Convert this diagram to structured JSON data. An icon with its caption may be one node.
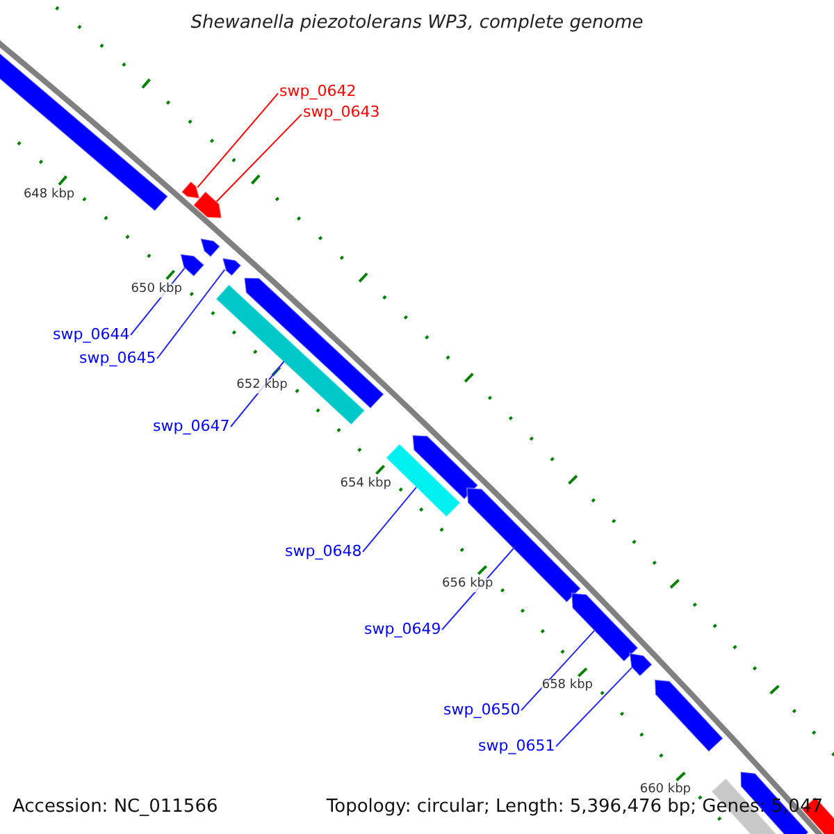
{
  "diagram": {
    "title": "Shewanella piezotolerans WP3, complete genome",
    "nodes": [
      {
        "text": [],
        "shape": "bar"
      },
      {
        "text": [],
        "shape": "arrow"
      },
      {
        "text": [],
        "shape": "arrow"
      },
      {
        "text": [],
        "shape": "arrow"
      },
      {
        "text": [],
        "shape": "arrow"
      },
      {
        "text": [],
        "shape": "arrow"
      },
      {
        "text": [],
        "shape": "arrow"
      },
      {
        "text": [],
        "shape": "bar"
      },
      {
        "text": [],
        "shape": "arrow"
      },
      {
        "text": [],
        "shape": "bar"
      },
      {
        "text": [],
        "shape": "arrow"
      },
      {
        "text": [],
        "shape": "arrow"
      },
      {
        "text": [],
        "shape": "arrow"
      },
      {
        "text": [],
        "shape": "arrow"
      },
      {
        "text": [],
        "shape": "arrow"
      },
      {
        "text": [],
        "shape": "bar"
      },
      {
        "text": [],
        "shape": "arrow"
      },
      {
        "text": [
          "swp_0642"
        ]
      },
      {
        "text": [
          "swp_0643"
        ]
      },
      {
        "text": [
          "swp_0644"
        ]
      },
      {
        "text": [
          "swp_0645"
        ]
      },
      {
        "text": [
          "swp_0647"
        ]
      },
      {
        "text": [
          "swp_0648"
        ]
      },
      {
        "text": [
          "swp_0649"
        ]
      },
      {
        "text": [
          "swp_0650"
        ]
      },
      {
        "text": [
          "swp_0651"
        ]
      }
    ],
    "edges": [
      {
        "from": 17,
        "to": 1,
        "arrow": "none",
        "color": "#ff0000"
      },
      {
        "from": 18,
        "to": 2,
        "arrow": "none",
        "color": "#ff0000"
      },
      {
        "from": 19,
        "to": 4,
        "arrow": "none"
      },
      {
        "from": 20,
        "to": 5,
        "arrow": "none"
      },
      {
        "from": 21,
        "to": 7,
        "arrow": "none"
      },
      {
        "from": 22,
        "to": 9,
        "arrow": "none"
      },
      {
        "from": 23,
        "to": 10,
        "arrow": "none"
      },
      {
        "from": 24,
        "to": 11,
        "arrow": "none"
      },
      {
        "from": 25,
        "to": 12,
        "arrow": "none"
      }
    ],
    "labels": [
      "648 kbp",
      "650 kbp",
      "652 kbp",
      "654 kbp",
      "656 kbp",
      "658 kbp",
      "660 kbp",
      "Accession: NC_011566",
      "Topology: circular; Length: 5,396,476 bp; Genes: 5,047"
    ]
  }
}
